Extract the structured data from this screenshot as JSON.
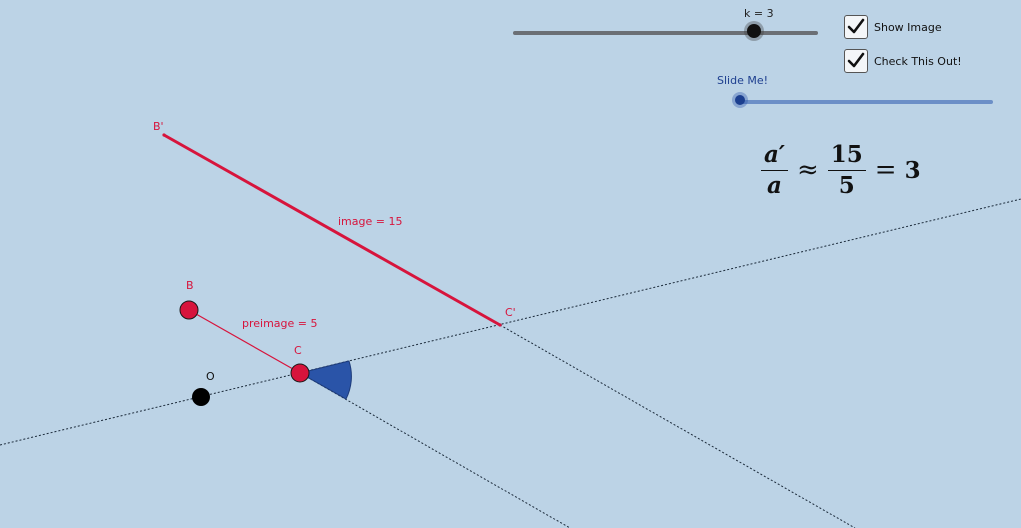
{
  "slider_k": {
    "label": "k = 3",
    "value": 3,
    "min": 0.5,
    "max": 4
  },
  "slider_slide": {
    "caption": "Slide Me!",
    "value": 0
  },
  "checkboxes": [
    {
      "label": "Show Image",
      "checked": true
    },
    {
      "label": "Check This Out!",
      "checked": true
    }
  ],
  "formula": {
    "lhs_num": "a′",
    "lhs_den": "a",
    "approx": "≈",
    "rhs_num": "15",
    "rhs_den": "5",
    "equals": "=",
    "result": "3"
  },
  "points": {
    "B_prime": "B'",
    "B": "B",
    "C": "C",
    "C_prime": "C'",
    "O": "O"
  },
  "segments": {
    "image": "image = 15",
    "preimage": "preimage = 5"
  },
  "colors": {
    "background": "#bcd3e6",
    "segment": "#d7143c",
    "angle": "#2a54a8",
    "center": "#000000",
    "point_fill": "#d7143c"
  }
}
